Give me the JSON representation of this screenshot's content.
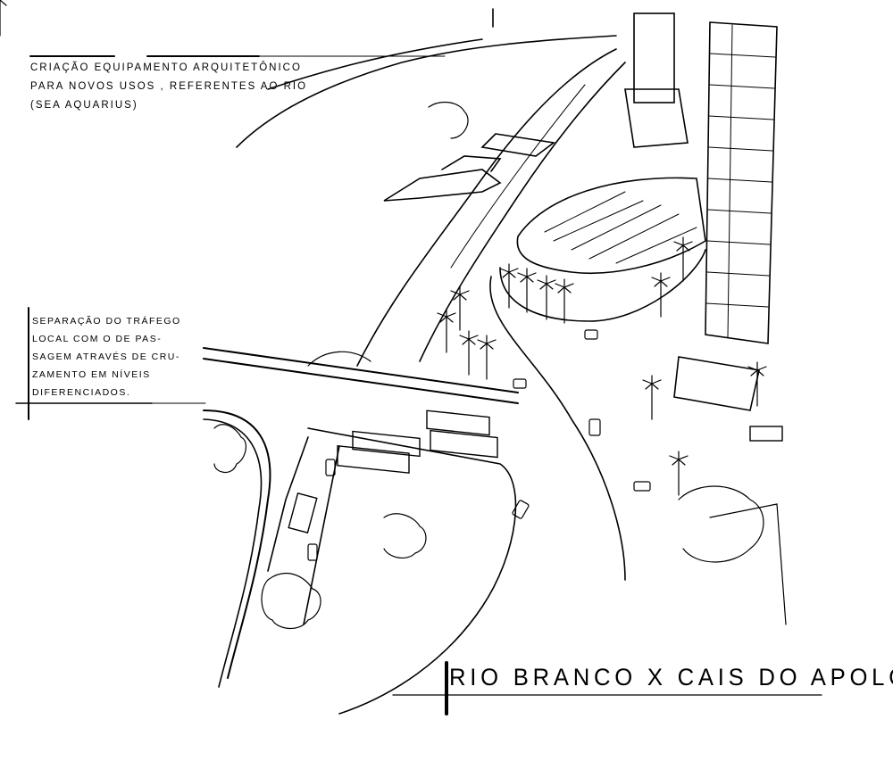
{
  "drawing": {
    "title": "RIO BRANCO X CAIS DO APOLO",
    "notes": [
      {
        "lines": [
          "CRIAÇÃO EQUIPAMENTO ARQUITETÔNICO",
          "PARA NOVOS USOS , REFERENTES AO RIO",
          "(SEA AQUARIUS)"
        ]
      },
      {
        "lines": [
          "SEPARAÇÃO DO TRÁFEGO",
          "LOCAL COM O DE PAS-",
          "SAGEM ATRAVÉS DE CRU-",
          "ZAMENTO EM NÍVEIS",
          "DIFERENCIADOS."
        ]
      }
    ],
    "ink_color": "#000000",
    "paper_color": "#ffffff"
  }
}
